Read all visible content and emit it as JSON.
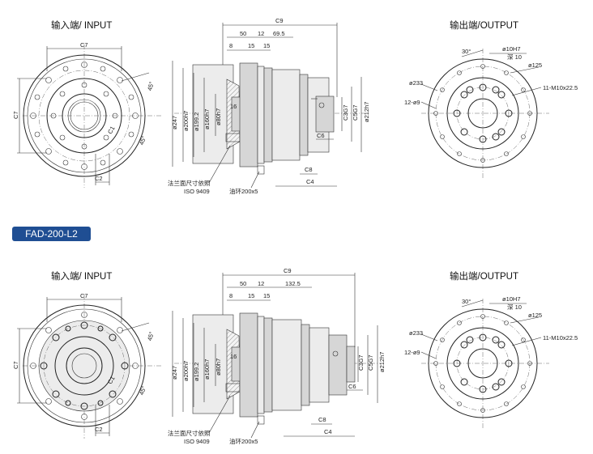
{
  "sections": [
    {
      "input_title": "输入端/ INPUT",
      "output_title": "输出端/OUTPUT",
      "input": {
        "c7_top": "C7",
        "c7_left": "C7",
        "c1": "C1",
        "c2": "C2",
        "angle_top": "45°",
        "angle_bottom": "45°"
      },
      "side": {
        "c9": "C9",
        "d50": "50",
        "d12": "12",
        "d_out": "69.5",
        "d8": "8",
        "d15a": "15",
        "d15b": "15",
        "d16": "16",
        "d247": "ø247",
        "d200": "ø200h7",
        "d199": "ø199.2",
        "d160": "ø160h7",
        "d80": "ø80h7",
        "c3": "C3G7",
        "c5": "C5G7",
        "d212": "ø212h7",
        "c6": "C6",
        "c8": "C8",
        "c4": "C4",
        "note1": "法兰面尺寸依照",
        "note2": "ISO 9409",
        "note3": "油环200x5"
      },
      "output": {
        "angle": "30°",
        "d10": "ø10H7",
        "deep": "深 10",
        "d125": "ø125",
        "d233": "ø233",
        "holes": "12-ø9",
        "threads": "11-M10x22.5"
      }
    },
    {
      "input_title": "输入端/ INPUT",
      "output_title": "输出端/OUTPUT",
      "input": {
        "c7_top": "C7",
        "c7_left": "C7",
        "c1": "C1",
        "c2": "C2",
        "angle_top": "45°",
        "angle_bottom": "45°"
      },
      "side": {
        "c9": "C9",
        "d50": "50",
        "d12": "12",
        "d_out": "132.5",
        "d8": "8",
        "d15a": "15",
        "d15b": "15",
        "d16": "16",
        "d247": "ø247",
        "d200": "ø200h7",
        "d199": "ø199.2",
        "d160": "ø160h7",
        "d80": "ø80h7",
        "c3": "C3G7",
        "c5": "C5G7",
        "d212": "ø212h7",
        "c6": "C6",
        "c8": "C8",
        "c4": "C4",
        "note1": "法兰面尺寸依照",
        "note2": "ISO 9409",
        "note3": "油环200x5"
      },
      "output": {
        "angle": "30°",
        "d10": "ø10H7",
        "deep": "深 10",
        "d125": "ø125",
        "d233": "ø233",
        "holes": "12-ø9",
        "threads": "11-M10x22.5"
      }
    }
  ],
  "model_badge": "FAD-200-L2",
  "colors": {
    "badge_bg": "#1f4e93",
    "badge_text": "#ffffff",
    "line": "#333333"
  }
}
